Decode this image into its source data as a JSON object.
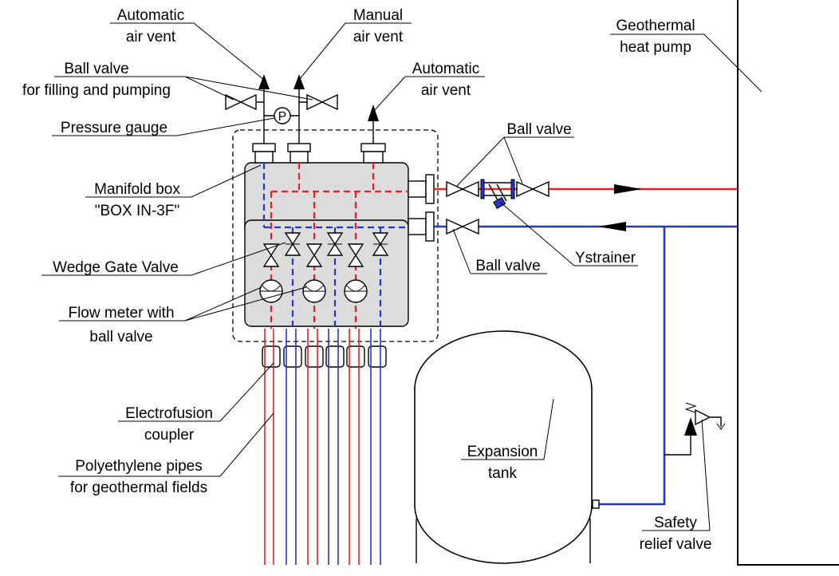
{
  "labels": {
    "auto_vent_1": [
      "Automatic",
      "air vent"
    ],
    "manual_vent": [
      "Manual",
      "air vent"
    ],
    "auto_vent_2": [
      "Automatic",
      "air vent"
    ],
    "heat_pump": [
      "Geothermal",
      "heat pump"
    ],
    "ball_valve_filling": [
      "Ball valve",
      "for filling and pumping"
    ],
    "pressure_gauge": "Pressure gauge",
    "gauge_symbol": "P",
    "manifold_box": [
      "Manifold box",
      "\"BOX IN-3F\""
    ],
    "wedge_gate_valve": "Wedge Gate Valve",
    "flow_meter": [
      "Flow meter with",
      "ball valve"
    ],
    "ball_valve_top": "Ball valve",
    "ball_valve_bottom": "Ball valve",
    "ystrainer": "Ystrainer",
    "electrofusion": [
      "Electrofusion",
      "coupler"
    ],
    "pe_pipes": [
      "Polyethylene pipes",
      "for geothermal fields"
    ],
    "expansion_tank": [
      "Expansion",
      "tank"
    ],
    "safety_valve": [
      "Safety",
      "relief valve"
    ]
  },
  "colors": {
    "supply": "#e8202a",
    "return": "#2535c8",
    "manifold_fill": "#dcdcdc",
    "line": "#000000"
  },
  "icons": [
    "ball-valve-icon",
    "pressure-gauge-icon",
    "air-vent-icon",
    "y-strainer-icon",
    "flow-meter-icon",
    "wedge-gate-valve-icon",
    "safety-relief-valve-icon",
    "flow-arrow-icon"
  ]
}
